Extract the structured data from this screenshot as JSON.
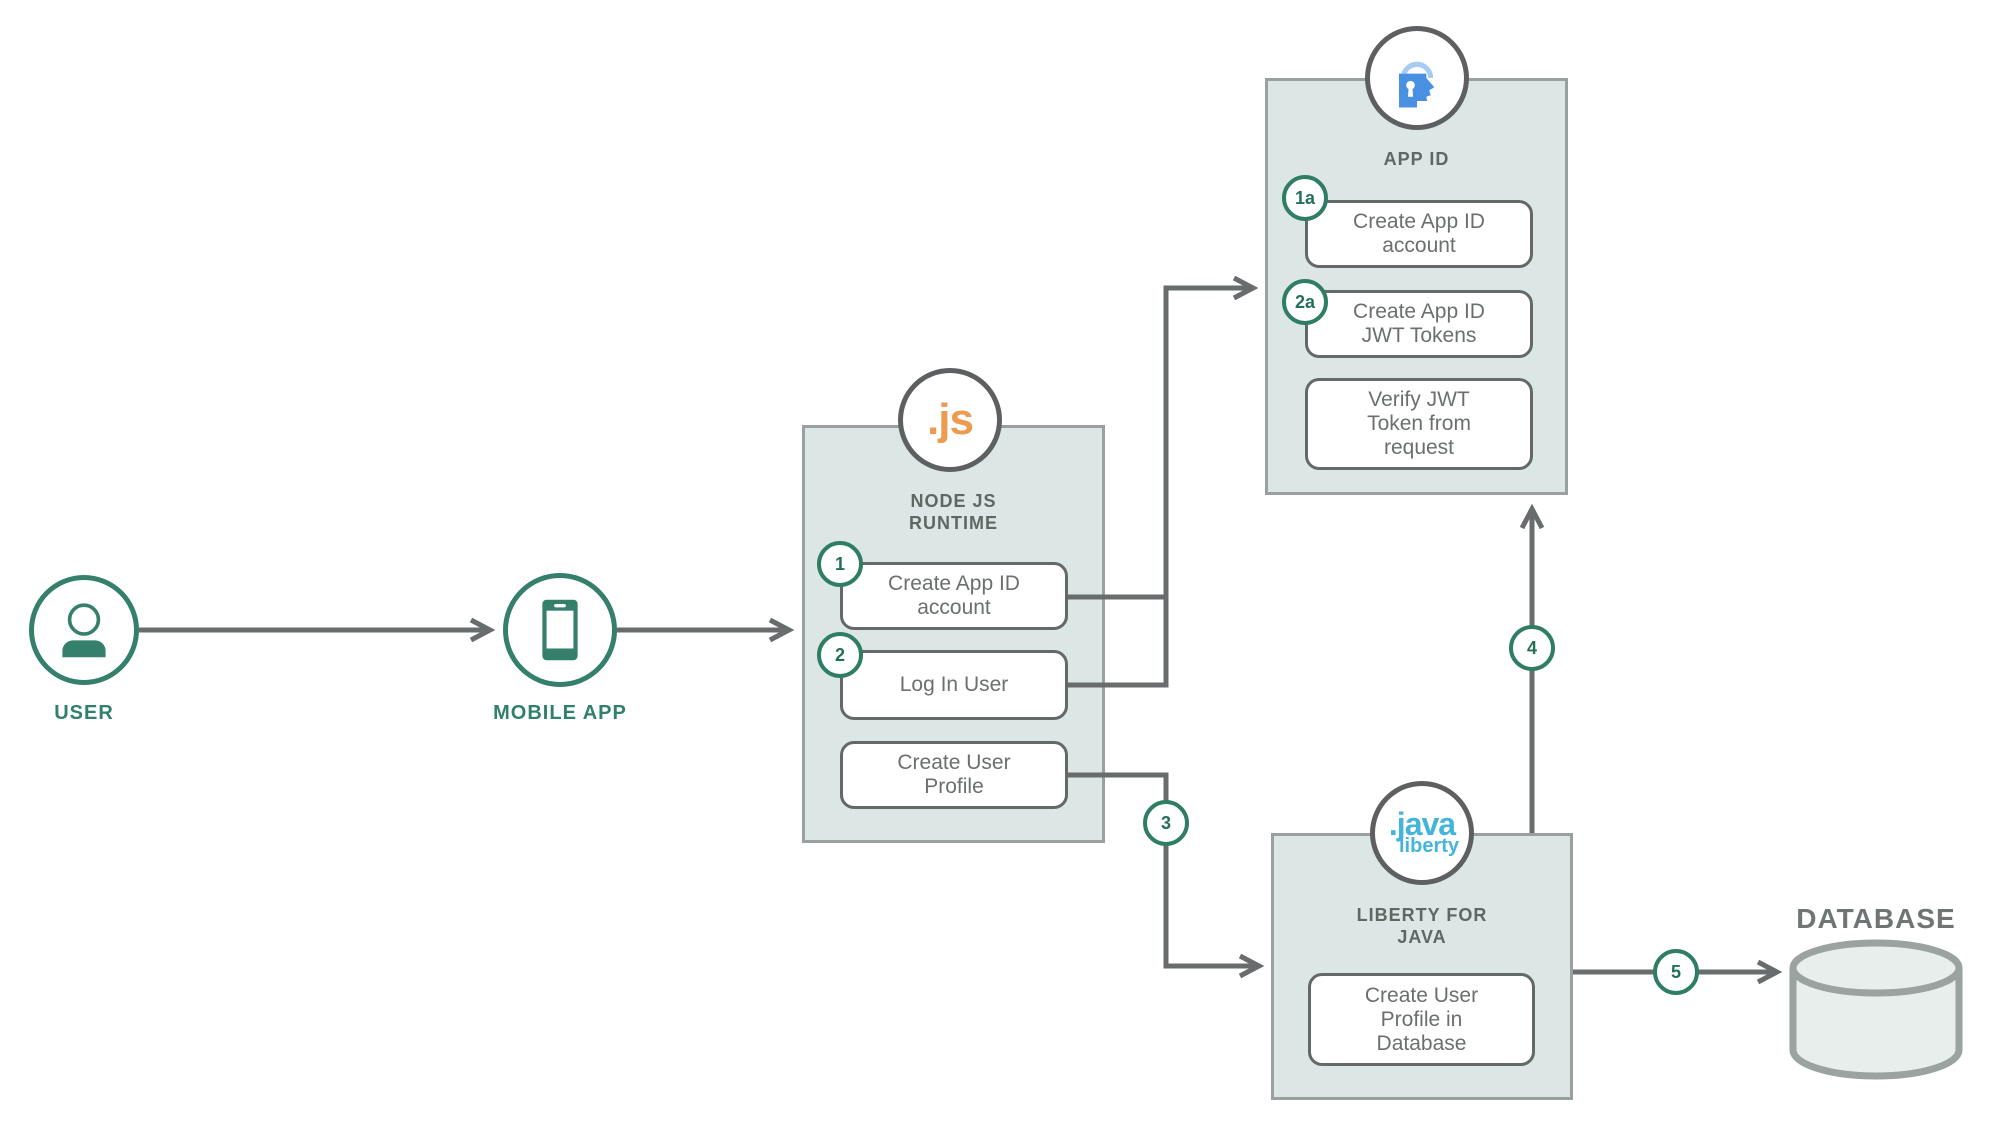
{
  "diagram": {
    "colors": {
      "green": "#2f7d64",
      "badge_text_green": "#236f59",
      "line_gray": "#696c6c",
      "big_box_fill": "#dce7e5",
      "big_box_border": "#9aa0a0",
      "step_border": "#636868",
      "step_text": "#6b6f6f",
      "title_gray": "#5f6664",
      "js_orange": "#ec9b51",
      "liberty_blue": "#45b4db",
      "appid_lock_blue": "#4a90e2",
      "appid_shackle_blue": "#a6ccf4",
      "db_fill": "#e7eeec",
      "db_border": "#9aa3a0"
    },
    "actors": {
      "user": {
        "label": "USER"
      },
      "mobile": {
        "label": "MOBILE APP"
      }
    },
    "nodes": {
      "nodejs": {
        "logo": ".js",
        "title": "NODE JS\nRUNTIME",
        "steps": [
          {
            "badge": "1",
            "label": "Create App ID\naccount"
          },
          {
            "badge": "2",
            "label": "Log In User"
          },
          {
            "badge": "",
            "label": "Create User\nProfile"
          }
        ]
      },
      "appid": {
        "title": "APP ID",
        "steps": [
          {
            "badge": "1a",
            "label": "Create App ID\naccount"
          },
          {
            "badge": "2a",
            "label": "Create App ID\nJWT Tokens"
          },
          {
            "badge": "",
            "label": "Verify JWT\nToken from\nrequest"
          }
        ]
      },
      "liberty": {
        "logo_top": ".java",
        "logo_bottom": "liberty",
        "title": "LIBERTY FOR\nJAVA",
        "steps": [
          {
            "badge": "",
            "label": "Create User\nProfile in\nDatabase"
          }
        ]
      }
    },
    "connector_badges": {
      "three": "3",
      "four": "4",
      "five": "5"
    },
    "database": {
      "label": "DATABASE"
    }
  }
}
